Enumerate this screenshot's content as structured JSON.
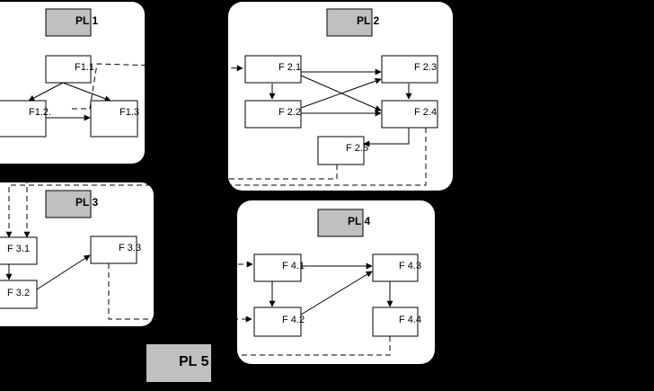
{
  "colors": {
    "background": "#000000",
    "panel": "#ffffff",
    "label_box": "#c0c0c0",
    "stroke": "#000000"
  },
  "panels": {
    "pl1": {
      "label": "PL 1"
    },
    "pl2": {
      "label": "PL 2"
    },
    "pl3": {
      "label": "PL 3"
    },
    "pl4": {
      "label": "PL 4"
    },
    "pl5": {
      "label": "PL 5"
    }
  },
  "functions": {
    "f11": "F1.1",
    "f12": "F1.2.",
    "f13": "F1.3",
    "f21": "F 2.1",
    "f22": "F 2.2",
    "f23": "F 2.3",
    "f24": "F 2.4",
    "f25": "F 2.5",
    "f31": "F 3.1",
    "f32": "F 3.2",
    "f33": "F 3.3",
    "f41": "F 4.1",
    "f42": "F 4.2",
    "f43": "F 4.3",
    "f44": "F 4.4"
  }
}
